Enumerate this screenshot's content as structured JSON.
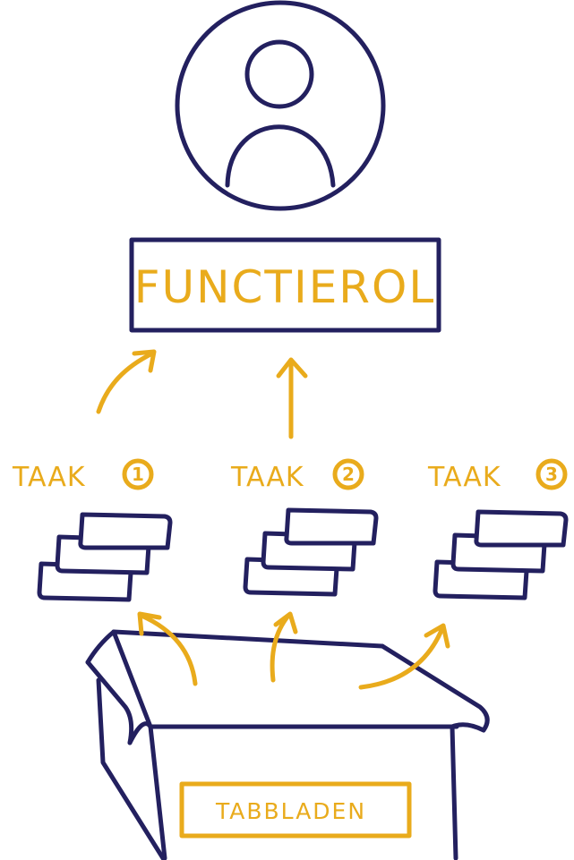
{
  "colors": {
    "ink": "#23205f",
    "accent": "#e9ab1c",
    "background": "#ffffff"
  },
  "role": {
    "icon": "user-icon",
    "label": "FUNCTIEROL"
  },
  "tasks": [
    {
      "label": "TAAK",
      "number": "1"
    },
    {
      "label": "TAAK",
      "number": "2"
    },
    {
      "label": "TAAK",
      "number": "3"
    }
  ],
  "source": {
    "icon": "box-icon",
    "label": "TABBLADEN"
  }
}
